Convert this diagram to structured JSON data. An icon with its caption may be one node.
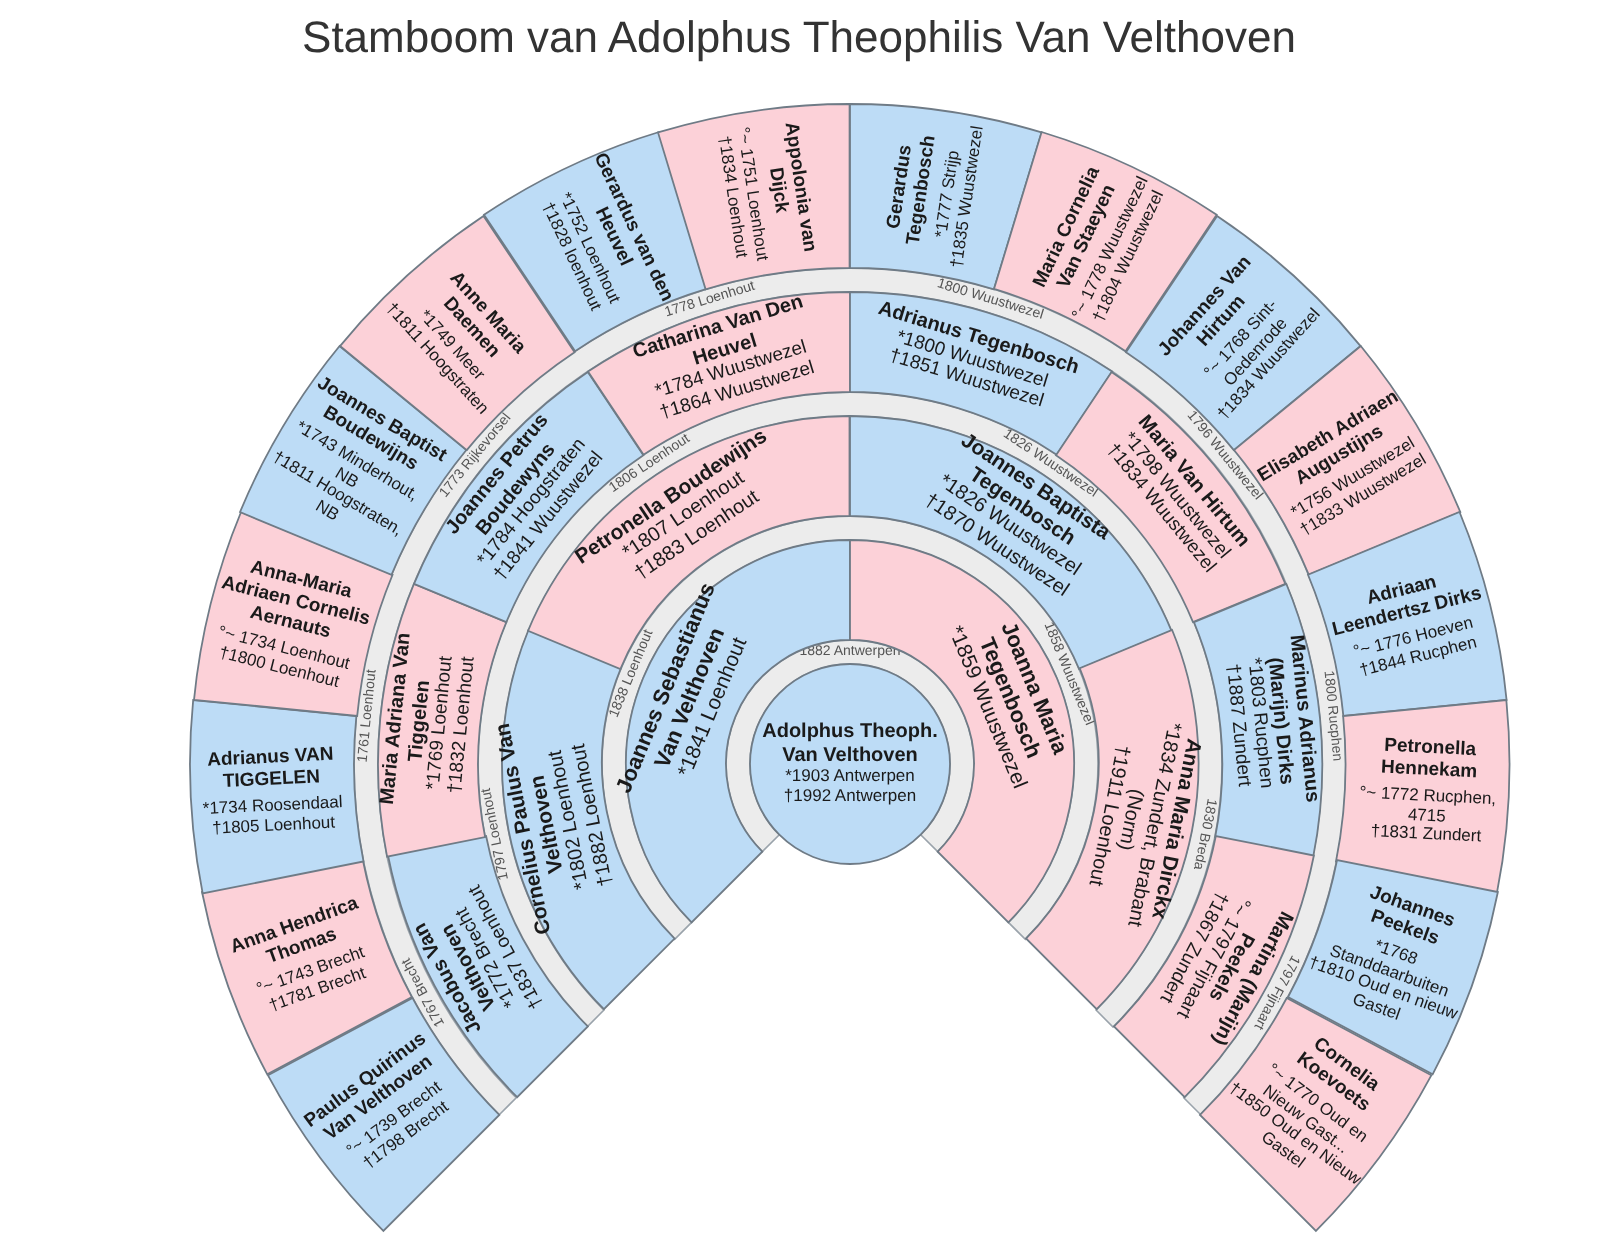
{
  "diagram": {
    "title": "Stamboom van Adolphus Theophilis Van Velthoven",
    "nodes": [
      {
        "text": [
          "Adolphus Theoph. Van Velthoven",
          "*1903 Antwerpen",
          "†1992 Antwerpen"
        ],
        "beside": [
          "1882 Antwerpen"
        ]
      },
      {
        "text": [
          "Joannes Sebastianus Van Velthoven",
          "*1841 Loenhout"
        ],
        "beside": [
          "1838 Loenhout"
        ]
      },
      {
        "text": [
          "Joanna Maria Tegenbosch",
          "*1859 Wuustwezel"
        ],
        "beside": [
          "1858 Wuustwezel"
        ]
      },
      {
        "text": [
          "Cornelius Paulus Van Velthoven",
          "*1802 Loenhout",
          "†1882 Loenhout"
        ],
        "beside": [
          "1797 Loenhout"
        ]
      },
      {
        "text": [
          "Petronella Boudewijns",
          "*1807 Loenhout",
          "†1883 Loenhout"
        ],
        "beside": [
          "1806 Loenhout"
        ]
      },
      {
        "text": [
          "Joannes Baptista Tegenbosch",
          "*1826 Wuustwezel",
          "†1870 Wuustwezel"
        ],
        "beside": [
          "1826 Wuustwezel"
        ]
      },
      {
        "text": [
          "Anna Maria Dirckx",
          "*1834 Zundert, Brabant (Norm)",
          "†1911 Loenhout"
        ],
        "beside": [
          "1830 Breda"
        ]
      },
      {
        "text": [
          "Jacobus Van Velthoven",
          "*1772 Brecht",
          "†1837 Loenhout"
        ],
        "beside": [
          "1767 Brecht"
        ]
      },
      {
        "text": [
          "Maria Adriana Van Tiggelen",
          "*1769 Loenhout",
          "†1832 Loenhout"
        ],
        "beside": [
          "1761 Loenhout"
        ]
      },
      {
        "text": [
          "Joannes Petrus Boudewyns",
          "*1784 Hoogstraten",
          "†1841 Wuustwezel"
        ],
        "beside": [
          "1773 Rijkevorsel"
        ]
      },
      {
        "text": [
          "Catharina Van Den Heuvel",
          "*1784 Wuustwezel",
          "†1864 Wuustwezel"
        ],
        "beside": [
          "1778 Loenhout"
        ]
      },
      {
        "text": [
          "Adrianus Tegenbosch",
          "*1800 Wuustwezel",
          "†1851 Wuustwezel"
        ],
        "beside": [
          "1800 Wuustwezel"
        ]
      },
      {
        "text": [
          "Maria Van Hirtum",
          "*1798 Wuustwezel",
          "†1834 Wuustwezel"
        ],
        "beside": [
          "1796 Wuustwezel"
        ]
      },
      {
        "text": [
          "Marinus Adrianus (Marijn) Dirks",
          "*1803 Rucphen",
          "†1887 Zundert"
        ],
        "beside": [
          "1800 Rucphen"
        ]
      },
      {
        "text": [
          "Martina (Marijn) Peekels",
          "°~ 1797 Fijnaart",
          "†1867 Zundert"
        ],
        "beside": [
          "1797 Fijnaart"
        ]
      },
      {
        "text": [
          "Paulus Quirinus Van Velthoven",
          "°~ 1739 Brecht",
          "†1798 Brecht"
        ]
      },
      {
        "text": [
          "Anna Hendrica Thomas",
          "°~ 1743 Brecht",
          "†1781 Brecht"
        ]
      },
      {
        "text": [
          "Adrianus VAN TIGGELEN",
          "*1734 Roosendaal",
          "†1805 Loenhout"
        ]
      },
      {
        "text": [
          "Anna-Maria Adriaen Cornelis Aernauts",
          "°~ 1734 Loenhout",
          "†1800 Loenhout"
        ]
      },
      {
        "text": [
          "Joannes Baptist Boudewijns",
          "*1743 Minderhout, NB",
          "†1811 Hoogstraten, NB"
        ]
      },
      {
        "text": [
          "Anne Maria Daemen",
          "*1749 Meer",
          "†1811 Hoogstraten"
        ]
      },
      {
        "text": [
          "Gerardus van den Heuvel",
          "*1752 Loenhout",
          "†1828 loenhout"
        ]
      },
      {
        "text": [
          "Appolonia van Dijck",
          "°~ 1751 Loenhout",
          "†1834 Loenhout"
        ]
      },
      {
        "text": [
          "Gerardus Tegenbosch",
          "*1777 Strijp",
          "†1835 Wuustwezel"
        ]
      },
      {
        "text": [
          "Maria Cornelia Van Staeyen",
          "°~ 1778 Wuustwezel",
          "†1804 Wuustwezel"
        ]
      },
      {
        "text": [
          "Johannes Van Hirtum",
          "°~ 1768 Sint-Oedenrode",
          "†1834 Wuustwezel"
        ]
      },
      {
        "text": [
          "Elisabeth Adriaen Augustijns",
          "*1756 Wuustwezel",
          "†1833 Wuustwezel"
        ]
      },
      {
        "text": [
          "Adriaan Leendertsz Dirks",
          "°~ 1776 Hoeven",
          "†1844 Rucphen"
        ]
      },
      {
        "text": [
          "Petronella Hennekam",
          "°~ 1772 Rucphen, 4715",
          "†1831 Zundert"
        ]
      },
      {
        "text": [
          "Johannes Peekels",
          "*1768 Standdaarbuiten",
          "†1810 Oud en nieuw Gastel"
        ]
      },
      {
        "text": [
          "Cornelia Koevoets",
          "°~ 1770 Oud en Nieuw Gast...",
          "†1850 Oud en Nieuw Gastel"
        ]
      }
    ]
  }
}
